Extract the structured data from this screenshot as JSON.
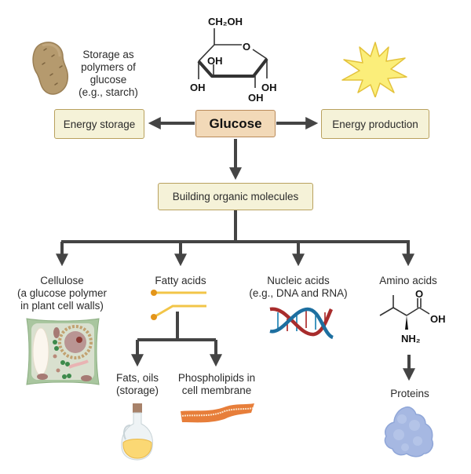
{
  "center": {
    "label": "Glucose",
    "formula_top": "CH₂OH",
    "ring_oxygen": "O",
    "hydroxyl": "OH"
  },
  "left_branch": {
    "label": "Energy storage",
    "caption": [
      "Storage as",
      "polymers of",
      "glucose",
      "(e.g., starch)"
    ],
    "icon": "potato-icon"
  },
  "right_branch": {
    "label": "Energy production",
    "icon": "energy-burst-icon"
  },
  "middle": {
    "label": "Building organic molecules"
  },
  "molecules": [
    {
      "name": "cellulose",
      "caption": [
        "Cellulose",
        "(a glucose polymer",
        "in plant cell walls)"
      ],
      "icon": "plant-cell-icon"
    },
    {
      "name": "fatty-acids",
      "caption": [
        "Fatty acids"
      ],
      "icon": "fatty-acid-chain-icon",
      "children": [
        {
          "name": "fats-oils",
          "caption": [
            "Fats, oils",
            "(storage)"
          ],
          "icon": "oil-bottle-icon"
        },
        {
          "name": "phospholipids",
          "caption": [
            "Phospholipids in",
            "cell membrane"
          ],
          "icon": "membrane-icon"
        }
      ]
    },
    {
      "name": "nucleic-acids",
      "caption": [
        "Nucleic acids",
        "(e.g., DNA and RNA)"
      ],
      "icon": "dna-helix-icon"
    },
    {
      "name": "amino-acids",
      "caption": [
        "Amino acids"
      ],
      "icon": "amino-acid-structure-icon",
      "amino_labels": {
        "carbonyl": "O",
        "hydroxyl": "OH",
        "amine": "NH₂"
      },
      "children": [
        {
          "name": "proteins",
          "caption": [
            "Proteins"
          ],
          "icon": "protein-icon"
        }
      ]
    }
  ],
  "colors": {
    "arrow": "#444444",
    "box_fill": "#f5f2d8",
    "box_border": "#b9a15e",
    "glucose_fill": "#f2d9b8",
    "glucose_border": "#b98a5a"
  }
}
